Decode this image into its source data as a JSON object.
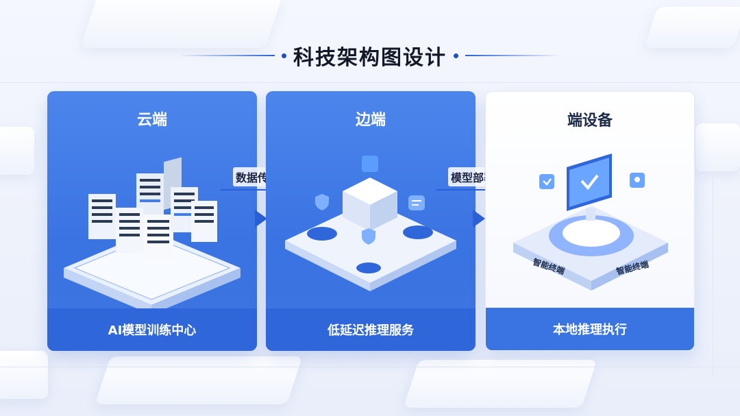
{
  "title": "科技架构图设计",
  "panels": [
    {
      "heading": "云端",
      "footer": "AI模型训练中心"
    },
    {
      "heading": "边端",
      "footer": "低延迟推理服务"
    },
    {
      "heading": "端设备",
      "footer": "本地推理执行",
      "device_labels": [
        "智能终端",
        "智能终端"
      ]
    }
  ],
  "connectors": [
    {
      "label": "数据传输"
    },
    {
      "label": "模型部署"
    }
  ],
  "colors": {
    "accent": "#2b60d6",
    "panel_blue": "#3d77e5",
    "footer_blue": "#2f67da"
  }
}
